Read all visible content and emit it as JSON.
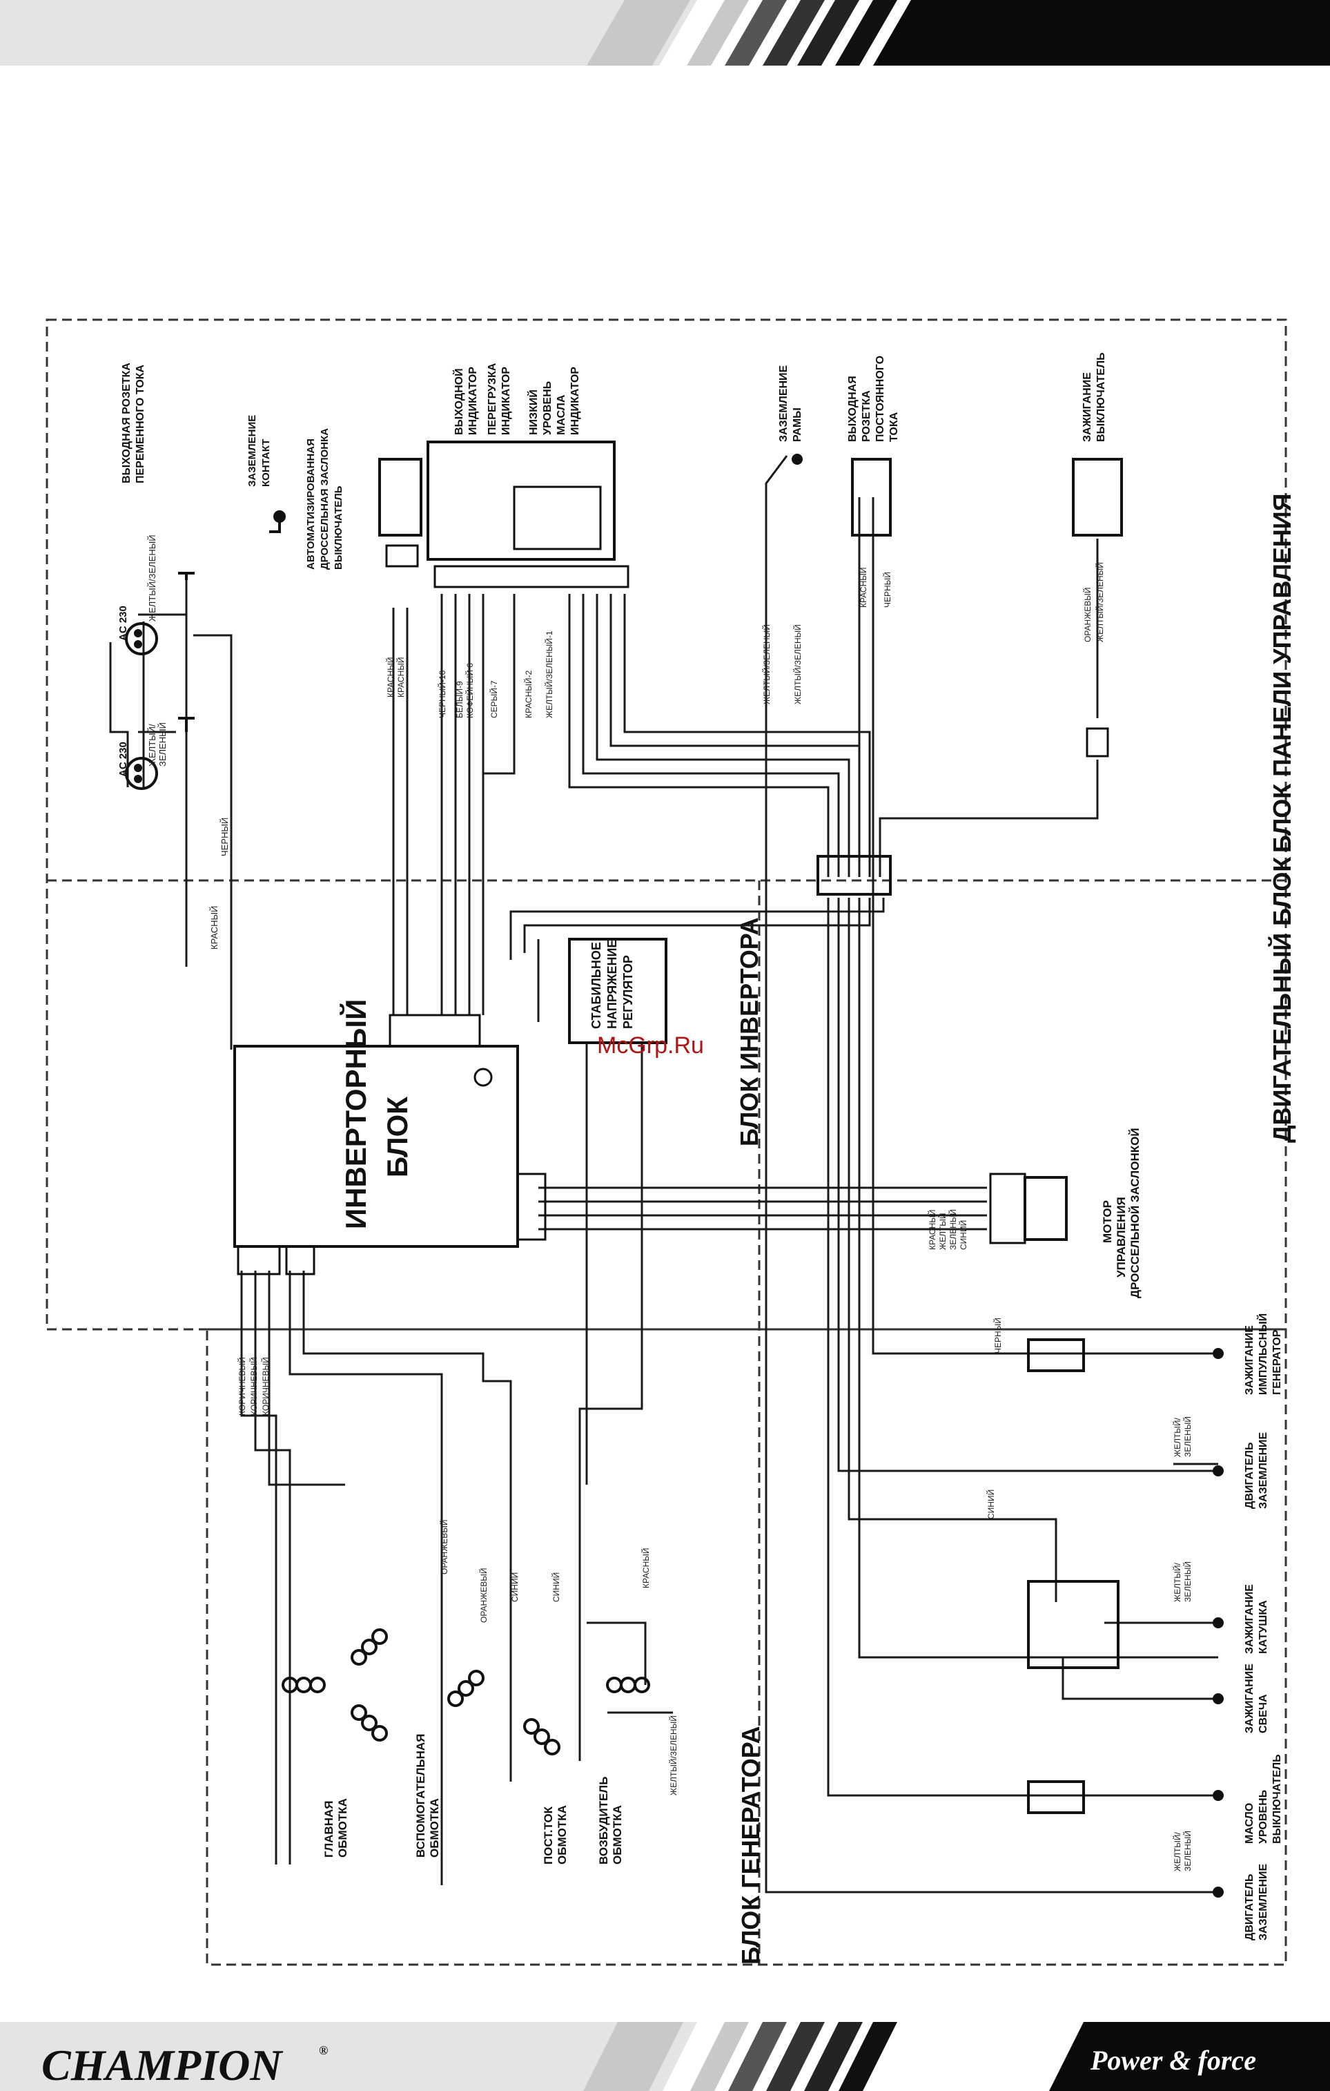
{
  "footer": {
    "brand": "CHAMPION",
    "brand_mark": "®",
    "slogan": "Power & force"
  },
  "watermark": "McGrp.Ru",
  "blocks": {
    "control_panel": "БЛОК ПАНЕЛИ УПРАВЛЕНИЯ",
    "engine": "ДВИГАТЕЛЬНЫЙ БЛОК",
    "inverter": "БЛОК ИНВЕРТОРА",
    "generator": "БЛОК ГЕНЕРАТОРА"
  },
  "components": {
    "ac_outlet": [
      "ВЫХОДНАЯ РОЗЕТКА",
      "ПЕРЕМЕННОГО ТОКА"
    ],
    "ac_label_1": "AC 230",
    "ac_label_2": "AC 230",
    "ground_contact": [
      "ЗАЗЕМЛЕНИЕ",
      "КОНТАКТ"
    ],
    "choke_switch": [
      "АВТОМАТИЗИРОВАННАЯ",
      "ДРОССЕЛЬНАЯ ЗАСЛОНКА",
      "ВЫКЛЮЧАТЕЛЬ"
    ],
    "indicators": [
      "ВЫХОДНОЙ",
      "ИНДИКАТОР",
      "ПЕРЕГРУЗКА",
      "ИНДИКАТОР",
      "НИЗКИЙ",
      "УРОВЕНЬ",
      "МАСЛА",
      "ИНДИКАТОР"
    ],
    "frame_ground": [
      "ЗАЗЕМЛЕНИЕ",
      "РАМЫ"
    ],
    "dc_outlet": [
      "ВЫХОДНАЯ",
      "РОЗЕТКА",
      "ПОСТОЯННОГО",
      "ТОКА"
    ],
    "ignition_switch": [
      "ЗАЖИГАНИЕ",
      "ВЫКЛЮЧАТЕЛЬ"
    ],
    "inverter_unit": [
      "ИНВЕРТОРНЫЙ",
      "БЛОК"
    ],
    "regulator": [
      "СТАБИЛЬНОЕ",
      "НАПРЯЖЕНИЕ",
      "РЕГУЛЯТОР"
    ],
    "throttle_motor": [
      "МОТОР",
      "УПРАВЛЕНИЯ",
      "ДРОССЕЛЬНОЙ ЗАСЛОНКОЙ"
    ],
    "pulse_generator": [
      "ЗАЖИГАНИЕ",
      "ИМПУЛЬСНЫЙ",
      "ГЕНЕРАТОР"
    ],
    "engine_ground_1": [
      "ДВИГАТЕЛЬ",
      "ЗАЗЕМЛЕНИЕ"
    ],
    "ignition_coil": [
      "ЗАЖИГАНИЕ",
      "КАТУШКА"
    ],
    "spark_plug": [
      "ЗАЖИГАНИЕ",
      "СВЕЧА"
    ],
    "oil_switch": [
      "МАСЛО",
      "УРОВЕНЬ",
      "ВЫКЛЮЧАТЕЛЬ"
    ],
    "engine_ground_2": [
      "ДВИГАТЕЛЬ",
      "ЗАЗЕМЛЕНИЕ"
    ],
    "main_winding": [
      "ГЛАВНАЯ",
      "ОБМОТКА"
    ],
    "aux_winding": [
      "ВСПОМОГАТЕЛЬНАЯ",
      "ОБМОТКА"
    ],
    "dc_winding": [
      "ПОСТ.ТОК",
      "ОБМОТКА"
    ],
    "exciter_winding": [
      "ВОЗБУДИТЕЛЬ",
      "ОБМОТКА"
    ]
  },
  "wires": {
    "red": "КРАСНЫЙ",
    "black": "ЧЕРНЫЙ",
    "yellow_green": "ЖЕЛТЫЙ/ЗЕЛЕНЫЙ",
    "yellow_green_split": [
      "ЖЕЛТЫЙ/",
      "ЗЕЛЕНЫЙ"
    ],
    "black_10": "ЧЕРНЫЙ-10",
    "white_8": "БЕЛЫЙ-9",
    "brown_6": "КОФЕЙНЫЙ 6",
    "grey_7": "СЕРЫЙ-7",
    "red_2": "КРАСНЫЙ-2",
    "yg_1": "ЖЕЛТЫЙ/ЗЕЛЕНЫЙ-1",
    "orange": "ОРАНЖЕВЫЙ",
    "blue": "СИНИЙ",
    "brown": "КОРИЧНЕВЫЙ",
    "motor_wires": [
      "КРАСНЫЙ",
      "ЖЕЛТЫЙ",
      "ЗЕЛЕНЫЙ",
      "СИНИЙ"
    ],
    "inv_out": [
      "КОРИЧНЕВЫЙ",
      "КОРИЧНЕВЫЙ",
      "КОРИЧНЕВЫЙ"
    ]
  }
}
